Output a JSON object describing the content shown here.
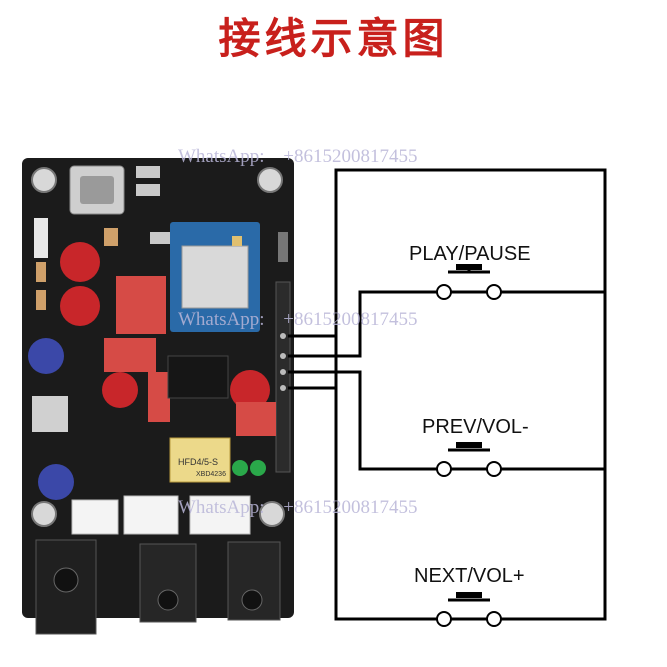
{
  "title": "接线示意图",
  "buttons": [
    {
      "label": "PLAY/PAUSE"
    },
    {
      "label": "PREV/VOL-"
    },
    {
      "label": "NEXT/VOL+"
    }
  ],
  "watermark": {
    "app": "WhatsApp:",
    "number": "+8615200817455"
  },
  "board_markings": {
    "module": "HFD4/5-S",
    "chip": "XBD4236"
  },
  "colors": {
    "title": "#c8201c",
    "pcb": "#1b1b1b",
    "wire": "#000000",
    "capacitor_red": "#c8262a",
    "capacitor_blue": "#3b48a8",
    "bt_module": "#2a6aa8"
  }
}
